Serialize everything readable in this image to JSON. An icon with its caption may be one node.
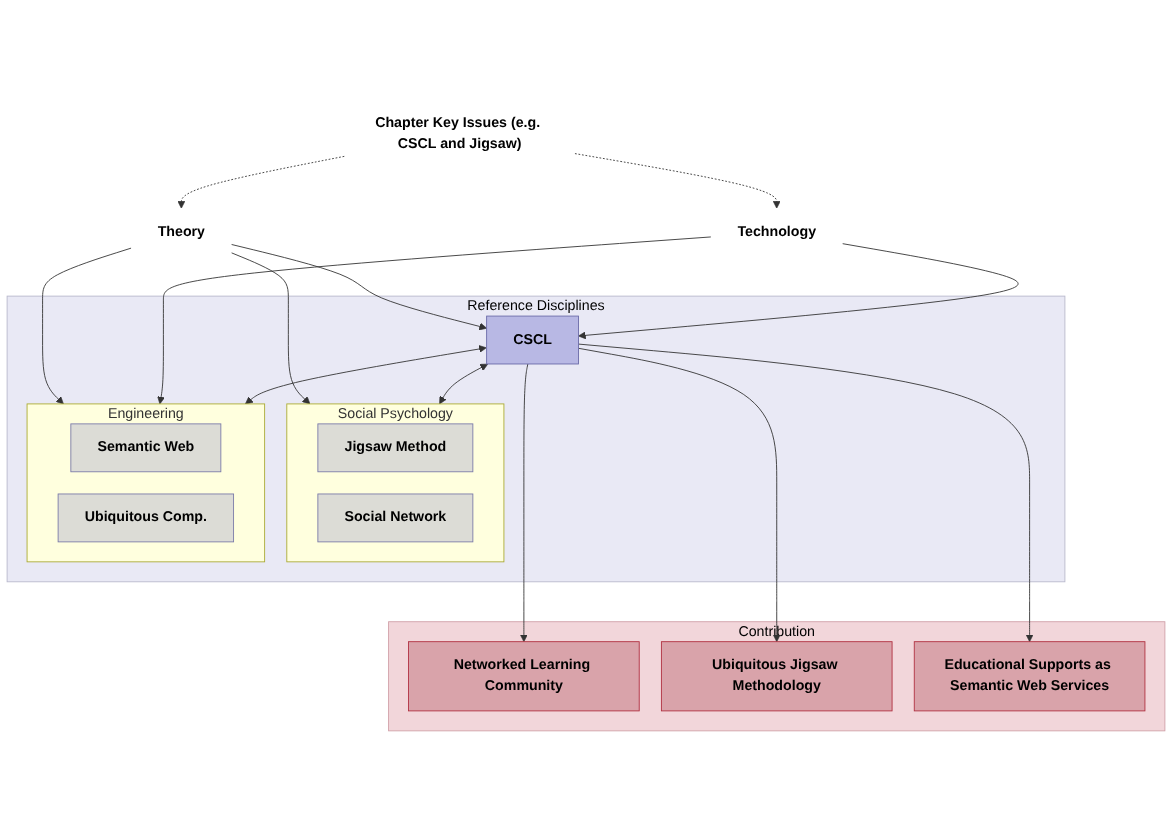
{
  "diagram": {
    "nodes": [
      {
        "text": [
          "Chapter Key Issues (e.g. CSCL and Jigsaw)"
        ]
      },
      {
        "text": [
          "Theory"
        ]
      },
      {
        "text": [
          "Technology"
        ]
      },
      {
        "text": [
          "Reference Disciplines"
        ]
      },
      {
        "text": [
          "Social Psychology"
        ],
        "in": 3
      },
      {
        "text": [
          "Jigsaw Method"
        ],
        "in": 4
      },
      {
        "text": [
          "Social Network"
        ],
        "in": 4
      },
      {
        "text": [
          "CSCL"
        ],
        "in": 3
      },
      {
        "text": [
          "Engineering"
        ],
        "in": 3
      },
      {
        "text": [
          "Semantic Web"
        ],
        "in": 8
      },
      {
        "text": [
          "Ubiquitous Comp."
        ],
        "in": 8
      },
      {
        "text": [
          "Contribution"
        ]
      },
      {
        "text": [
          "Networked Learning Community"
        ],
        "in": 11
      },
      {
        "text": [
          "Ubiquitous Jigsaw Methodology"
        ],
        "in": 11
      },
      {
        "text": [
          "Educational Supports as Semantic Web Services"
        ],
        "in": 11
      }
    ],
    "edges": [
      {
        "from": 0,
        "to": 1,
        "arrow": "to",
        "style": "dashed"
      },
      {
        "from": 0,
        "to": 2,
        "arrow": "to",
        "style": "dashed"
      },
      {
        "from": 1,
        "to": 4,
        "arrow": "to"
      },
      {
        "from": 1,
        "to": 7,
        "arrow": "to"
      },
      {
        "from": 1,
        "to": 8,
        "arrow": "to"
      },
      {
        "from": 2,
        "to": 7,
        "arrow": "to"
      },
      {
        "from": 2,
        "to": 8,
        "arrow": "to"
      },
      {
        "from": 7,
        "to": 4,
        "arrow": "both"
      },
      {
        "from": 7,
        "to": 8,
        "arrow": "both"
      },
      {
        "from": 7,
        "to": 12,
        "arrow": "to"
      },
      {
        "from": 7,
        "to": 13,
        "arrow": "to"
      },
      {
        "from": 7,
        "to": 14,
        "arrow": "to"
      }
    ]
  }
}
